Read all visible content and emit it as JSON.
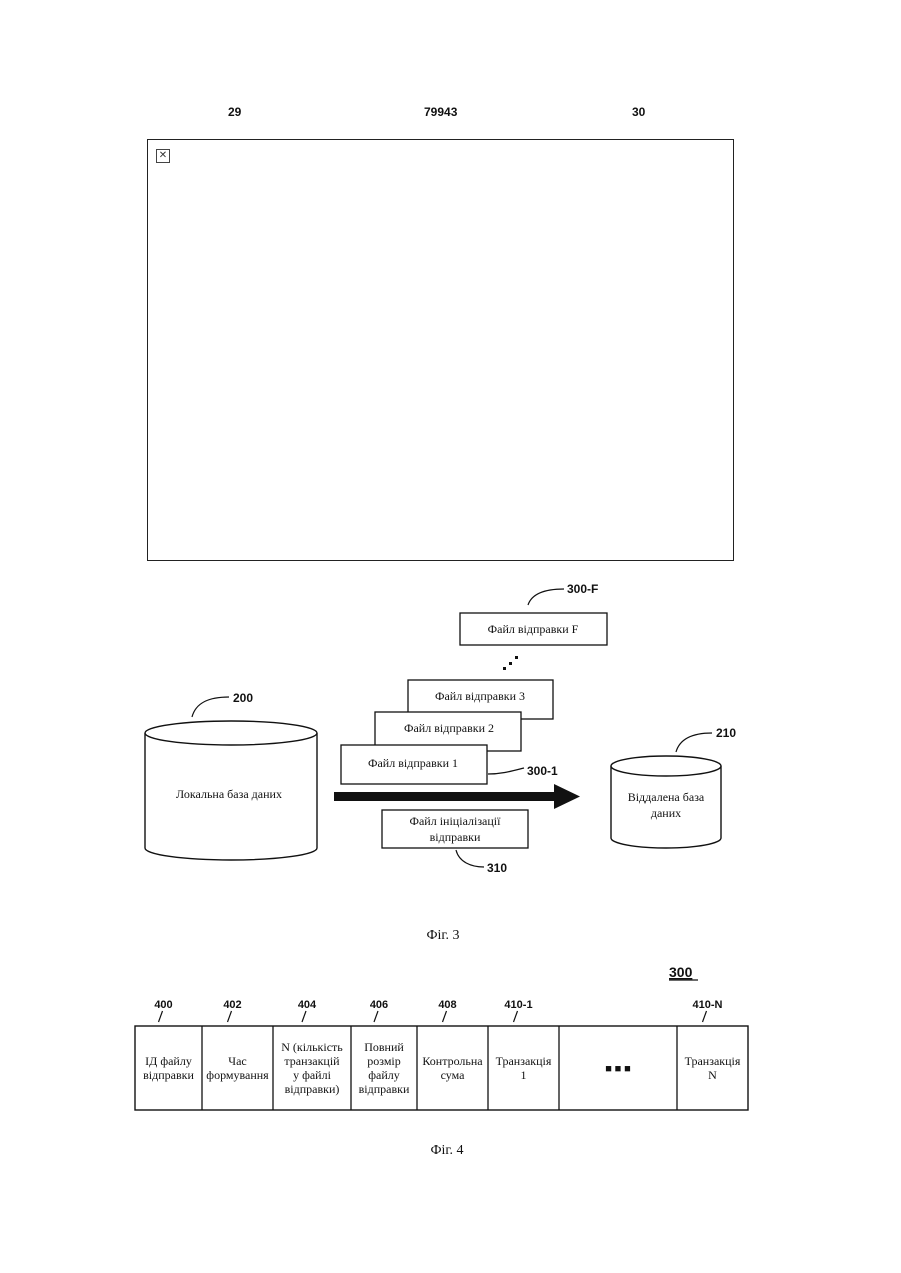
{
  "header": {
    "left_page": "29",
    "doc_number": "79943",
    "right_page": "30"
  },
  "image_placeholder": {
    "icon": "broken-image-icon"
  },
  "fig3": {
    "caption": "Фіг. 3",
    "local_db": {
      "label": "Локальна база даних",
      "ref": "200"
    },
    "remote_db": {
      "line1": "Віддалена база",
      "line2": "даних",
      "ref": "210"
    },
    "file_f": {
      "label": "Файл відправки F",
      "ref": "300-F"
    },
    "file_3": {
      "label": "Файл відправки 3"
    },
    "file_2": {
      "label": "Файл відправки 2"
    },
    "file_1": {
      "label": "Файл відправки 1",
      "ref": "300-1"
    },
    "init_file": {
      "line1": "Файл ініціалізації",
      "line2": "відправки",
      "ref": "310"
    }
  },
  "fig4": {
    "caption": "Фіг. 4",
    "title_ref": "300",
    "fields": [
      {
        "ref": "400",
        "lines": [
          "ІД файлу",
          "відправки"
        ]
      },
      {
        "ref": "402",
        "lines": [
          "Час",
          "формування"
        ]
      },
      {
        "ref": "404",
        "lines": [
          "N (кількість",
          "транзакцій",
          "у файлі",
          "відправки)"
        ]
      },
      {
        "ref": "406",
        "lines": [
          "Повний",
          "розмір",
          "файлу",
          "відправки"
        ]
      },
      {
        "ref": "408",
        "lines": [
          "Контрольна",
          "сума"
        ]
      },
      {
        "ref": "410-1",
        "lines": [
          "Транзакція",
          "1"
        ]
      },
      {
        "ref": "",
        "lines": [
          "■ ■ ■"
        ]
      },
      {
        "ref": "410-N",
        "lines": [
          "Транзакція",
          "N"
        ]
      }
    ]
  }
}
